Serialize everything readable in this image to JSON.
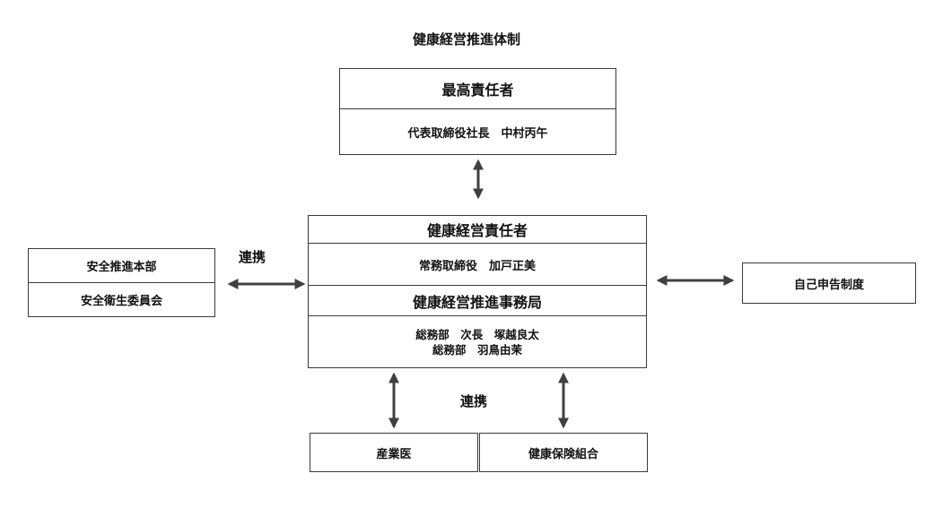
{
  "title": "健康経営推進体制",
  "top": {
    "heading": "最高責任者",
    "person": "代表取締役社長　中村丙午"
  },
  "center": {
    "officer_heading": "健康経営責任者",
    "officer_person": "常務取締役　加戸正美",
    "office_heading": "健康経営推進事務局",
    "office_members": [
      "総務部　次長　塚越良太",
      "総務部　羽鳥由茉"
    ]
  },
  "left": {
    "items": [
      "安全推進本部",
      "安全衛生委員会"
    ],
    "link_label": "連携"
  },
  "right": {
    "label": "自己申告制度"
  },
  "bottom": {
    "link_label": "連携",
    "items": [
      "産業医",
      "健康保険組合"
    ]
  },
  "colors": {
    "line": "#3a3a3a",
    "arrow": "#404040",
    "text": "#111111"
  }
}
